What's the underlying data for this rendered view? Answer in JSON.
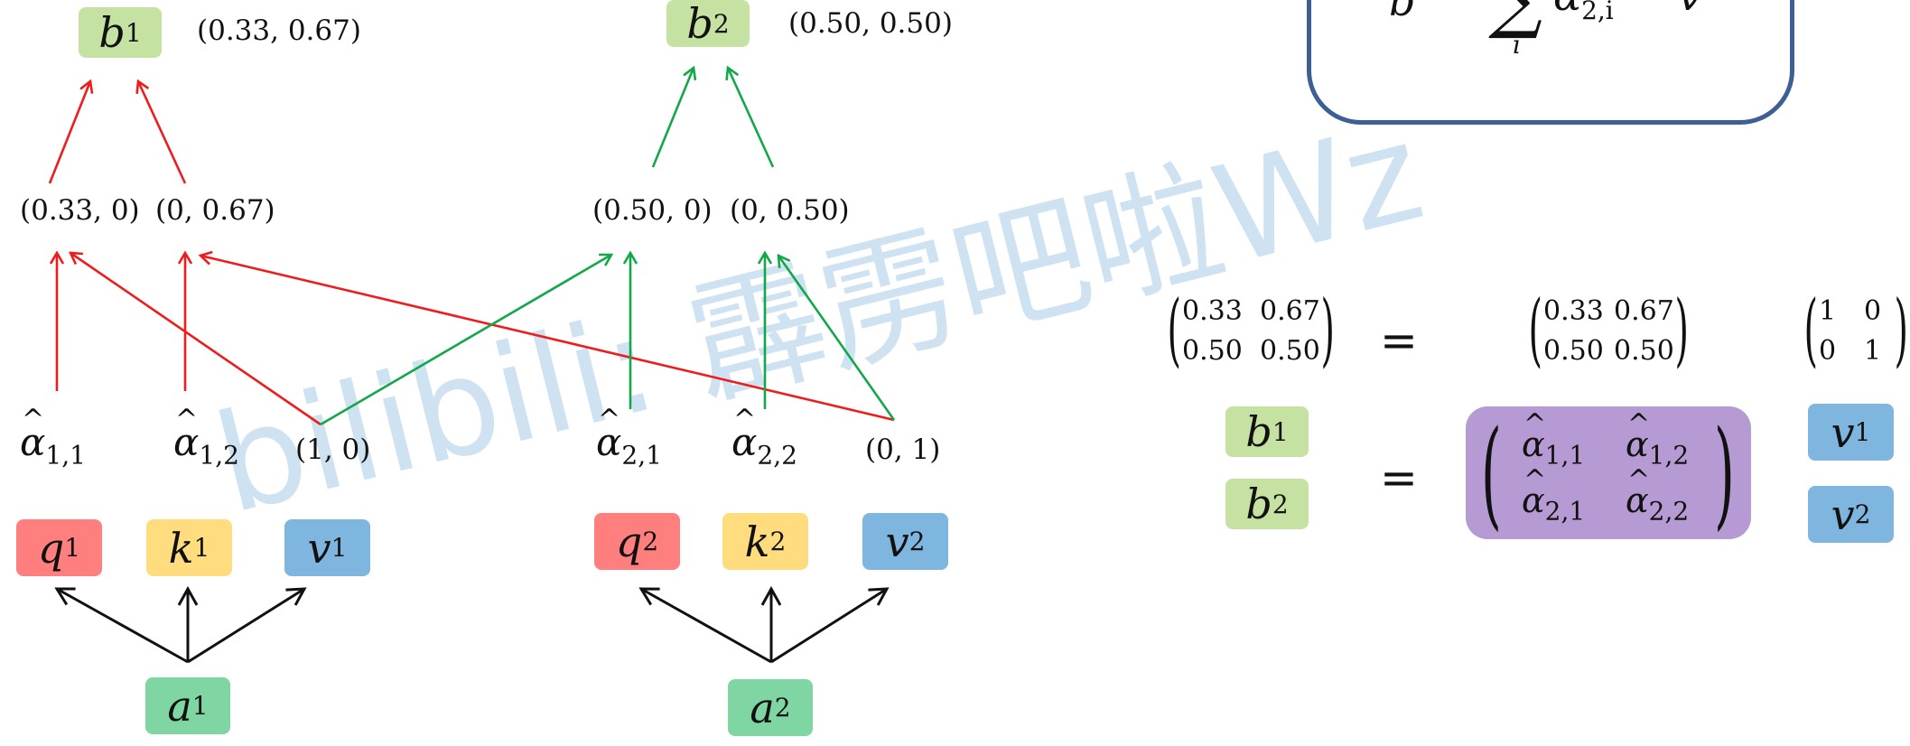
{
  "colors": {
    "red_arrow": "#ee1c1c",
    "green_arrow": "#12a84a",
    "black_arrow": "#111111",
    "b_box": "#c5e2a3",
    "q_box": "#ff7f7f",
    "k_box": "#ffdd7f",
    "v_box": "#7fb6e0",
    "a_box": "#7fd6a3",
    "alpha_matrix_box": "#b59ad3",
    "formula_border": "#3d5f93",
    "watermark": "#8cb9e1"
  },
  "watermark": "bilibili: 霹雳吧啦Wz",
  "left_column": {
    "output": {
      "var": "b",
      "sub": "1",
      "value": "(0.33, 0.67)"
    },
    "weighted": [
      "(0.33, 0)",
      "(0, 0.67)"
    ],
    "alphas": [
      {
        "var": "α",
        "sub": "1,1"
      },
      {
        "var": "α",
        "sub": "1,2"
      }
    ],
    "value_vec": "(1, 0)",
    "qkv": [
      {
        "var": "q",
        "sup": "1"
      },
      {
        "var": "k",
        "sup": "1"
      },
      {
        "var": "v",
        "sup": "1"
      }
    ],
    "input": {
      "var": "a",
      "sub": "1"
    }
  },
  "right_column": {
    "output": {
      "var": "b",
      "sub": "2",
      "value": "(0.50, 0.50)"
    },
    "weighted": [
      "(0.50, 0)",
      "(0, 0.50)"
    ],
    "alphas": [
      {
        "var": "α",
        "sub": "2,1"
      },
      {
        "var": "α",
        "sub": "2,2"
      }
    ],
    "value_vec": "(0, 1)",
    "qkv": [
      {
        "var": "q",
        "sup": "2"
      },
      {
        "var": "k",
        "sup": "2"
      },
      {
        "var": "v",
        "sup": "2"
      }
    ],
    "input": {
      "var": "a",
      "sub": "2"
    }
  },
  "formula_partial": {
    "lhs": "b",
    "sum": "∑",
    "index": "i",
    "term": "α",
    "term_sub": "2,i",
    "tail": "v"
  },
  "numeric_equation": {
    "lhs": [
      "0.33",
      "0.67",
      "0.50",
      "0.50"
    ],
    "equals": "=",
    "alpha_values": [
      "0.33",
      "0.67",
      "0.50",
      "0.50"
    ],
    "v_values": [
      "1",
      "0",
      "0",
      "1"
    ]
  },
  "symbolic_equation": {
    "b": [
      {
        "var": "b",
        "sub": "1"
      },
      {
        "var": "b",
        "sub": "2"
      }
    ],
    "equals": "=",
    "alpha_matrix": [
      {
        "var": "α",
        "sub": "1,1"
      },
      {
        "var": "α",
        "sub": "1,2"
      },
      {
        "var": "α",
        "sub": "2,1"
      },
      {
        "var": "α",
        "sub": "2,2"
      }
    ],
    "v": [
      {
        "var": "v",
        "sup": "1"
      },
      {
        "var": "v",
        "sup": "2"
      }
    ]
  }
}
